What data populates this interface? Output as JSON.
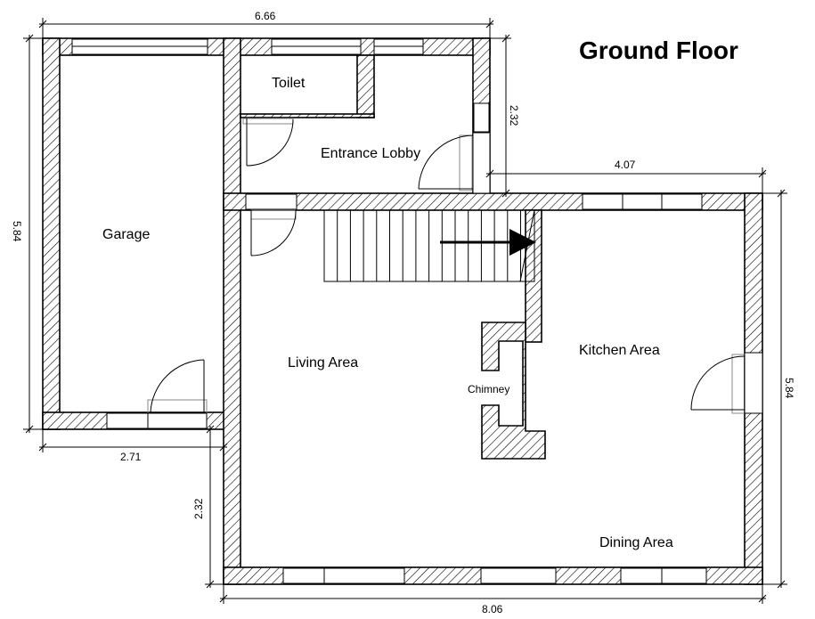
{
  "title": "Ground Floor",
  "rooms": {
    "toilet": "Toilet",
    "entrance_lobby": "Entrance Lobby",
    "garage": "Garage",
    "living_area": "Living Area",
    "kitchen_area": "Kitchen Area",
    "chimney": "Chimney",
    "dining_area": "Dining Area"
  },
  "dimensions": {
    "top_width": "6.66",
    "left_height": "5.84",
    "lobby_height": "2.32",
    "kitchen_width": "4.07",
    "right_height": "5.84",
    "garage_width": "2.71",
    "living_offset": "2.32",
    "bottom_width": "8.06"
  }
}
